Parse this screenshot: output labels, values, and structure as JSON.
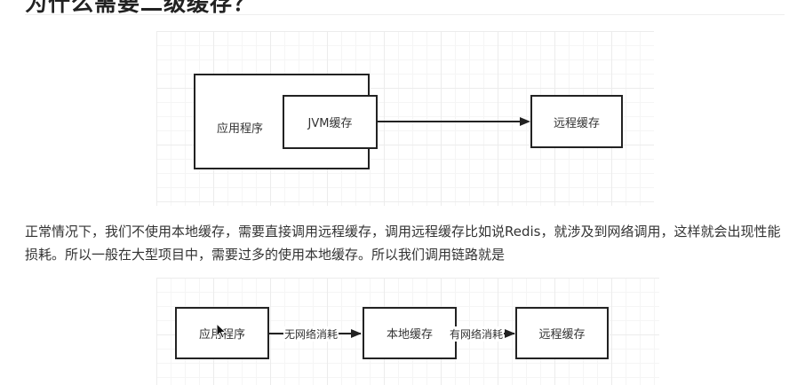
{
  "heading": "为什么需要二级缓存？",
  "diagram1": {
    "app_label": "应用程序",
    "jvm_cache_label": "JVM缓存",
    "remote_cache_label": "远程缓存"
  },
  "paragraph": "正常情况下，我们不使用本地缓存，需要直接调用远程缓存，调用远程缓存比如说Redis，就涉及到网络调用，这样就会出现性能损耗。所以一般在大型项目中，需要过多的使用本地缓存。所以我们调用链路就是",
  "diagram2": {
    "nodes": [
      "应用程序",
      "本地缓存",
      "远程缓存"
    ],
    "edges": [
      "无网络消耗",
      "有网络消耗"
    ]
  }
}
